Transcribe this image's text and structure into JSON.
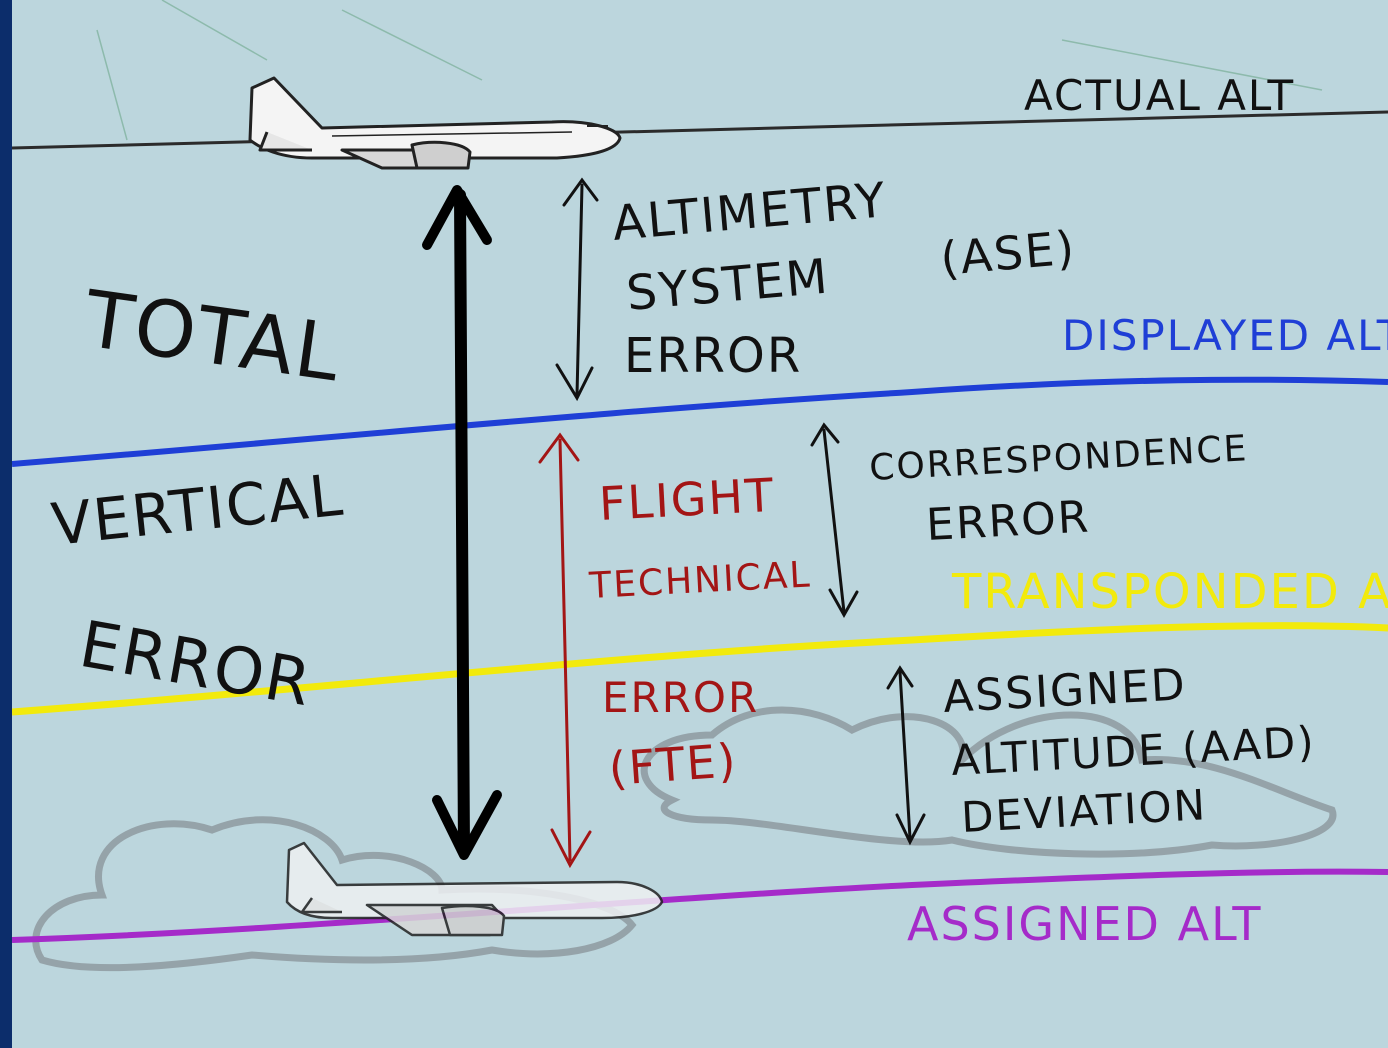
{
  "labels": {
    "actual_alt": "ACTUAL ALT",
    "displayed_alt": "DISPLAYED ALT",
    "transponded_alt": "TRANSPONDED ALT",
    "assigned_alt": "ASSIGNED ALT",
    "total": "TOTAL",
    "vertical": "VERTICAL",
    "error": "ERROR",
    "altimetry": "ALTIMETRY",
    "ase": "(ASE)",
    "system": "SYSTEM",
    "ase_error": "ERROR",
    "flight": "FLIGHT",
    "technical": "TECHNICAL",
    "fte_error": "ERROR",
    "fte": "(FTE)",
    "correspondence": "CORRESPONDENCE",
    "corr_error": "ERROR",
    "assigned": "ASSIGNED",
    "altitude_aad": "ALTITUDE (AAD)",
    "deviation": "DEVIATION"
  },
  "colors": {
    "background": "#bcd6dd",
    "frame": "#0c2d6b",
    "actual_line": "#2b2b2b",
    "displayed_line": "#1f3fd6",
    "transponded_line": "#f2ea0c",
    "assigned_line": "#a52bc9",
    "fte_red": "#a31515",
    "ink": "#111111",
    "cloud": "#8e9aa0"
  }
}
